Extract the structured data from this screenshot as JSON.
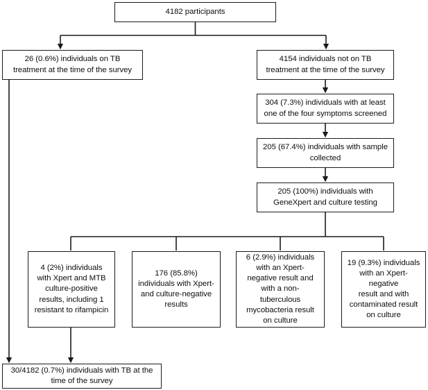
{
  "diagram": {
    "title": "TB prevalence survey participant flow",
    "stroke_color": "#1a1a1a",
    "background_color": "#ffffff",
    "nodes": {
      "participants": {
        "label": "4182 participants",
        "value": 4182
      },
      "on_treatment": {
        "label": "26 (0.6%) individuals on TB\ntreatment at the time of the survey",
        "value": 26,
        "percent": "0.6%"
      },
      "not_on_treatment": {
        "label": "4154 individuals not on TB\ntreatment at the time of the survey",
        "value": 4154
      },
      "symptoms": {
        "label": "304 (7.3%) individuals with at least\none of the four symptoms screened",
        "value": 304,
        "percent": "7.3%"
      },
      "sample_collected": {
        "label": "205 (67.4%) individuals with sample\ncollected",
        "value": 205,
        "percent": "67.4%"
      },
      "testing": {
        "label": "205 (100%) individuals with\nGeneXpert and culture testing",
        "value": 205,
        "percent": "100%"
      },
      "result_positive": {
        "label": "4 (2%) individuals\nwith Xpert and MTB\nculture-positive\nresults, including 1\nresistant to rifampicin",
        "value": 4,
        "percent": "2%"
      },
      "result_negative": {
        "label": "176 (85.8%)\nindividuals with Xpert-\nand culture-negative\nresults",
        "value": 176,
        "percent": "85.8%"
      },
      "result_ntm": {
        "label": "6 (2.9%) individuals\nwith an Xpert-\nnegative result and\nwith a non-\ntuberculous\nmycobacteria result\non culture",
        "value": 6,
        "percent": "2.9%"
      },
      "result_contaminated": {
        "label": "19 (9.3%) individuals\nwith an Xpert-negative\nresult and with\ncontaminated result\non culture",
        "value": 19,
        "percent": "9.3%"
      },
      "final": {
        "label": "30/4182 (0.7%) individuals with TB at the\ntime of the survey",
        "value": "30/4182",
        "percent": "0.7%"
      }
    }
  }
}
